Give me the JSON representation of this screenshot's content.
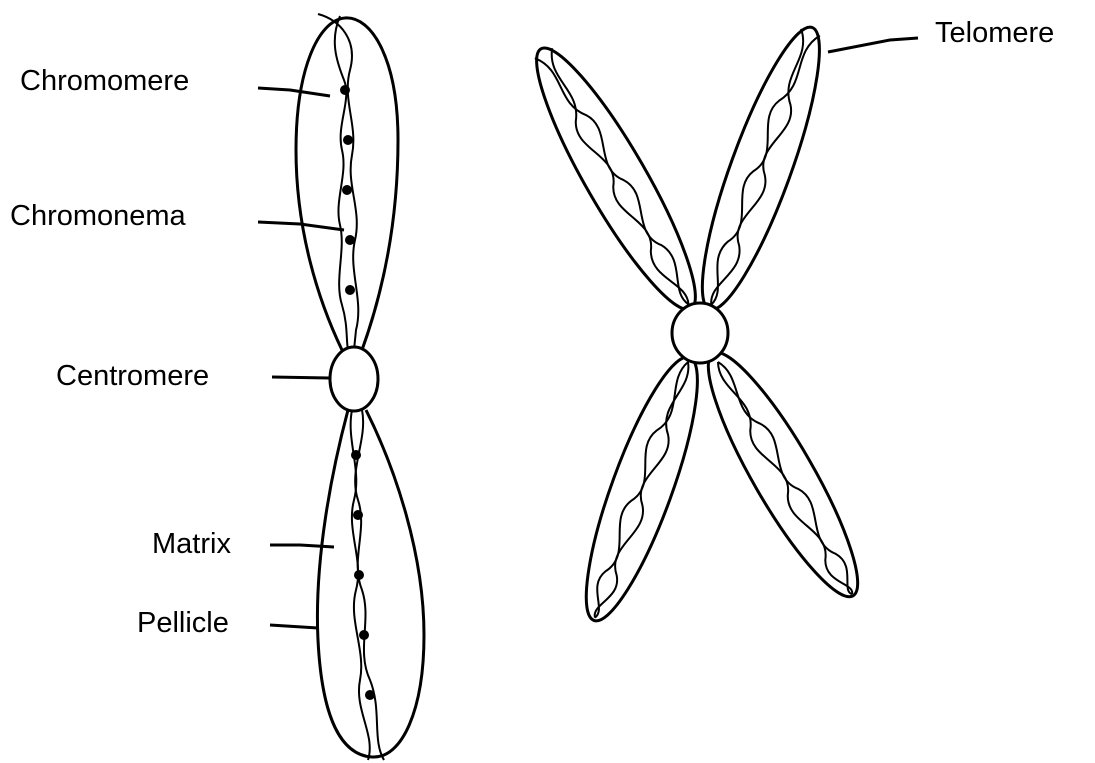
{
  "labels": {
    "chromomere": "Chromomere",
    "chromonema": "Chromonema",
    "centromere": "Centromere",
    "matrix": "Matrix",
    "pellicle": "Pellicle",
    "telomere": "Telomere"
  }
}
